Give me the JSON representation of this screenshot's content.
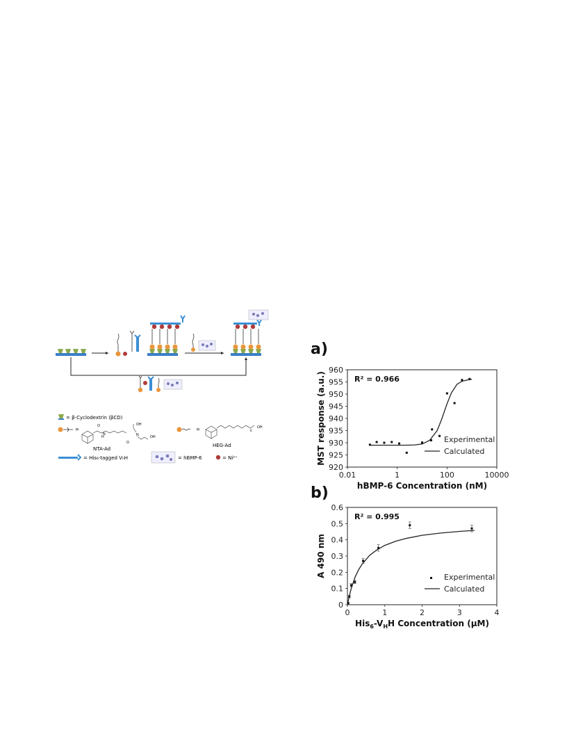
{
  "scheme": {
    "legend": {
      "bcd": "= β-Cyclodextrin (βCD)",
      "nta_ad": "NTA-Ad",
      "heg_ad": "HEG-Ad",
      "his_vhh": "= His₆-tagged VₕH",
      "hbmp6": "= hBMP-6",
      "ni": "= Ni²⁺",
      "oh1": "OH",
      "oh2": "OH",
      "oh3": "OH",
      "n1": "N",
      "n2": "N",
      "o1": "O",
      "o2": "O",
      "h1": "H",
      "sub6": "6"
    },
    "colors": {
      "surface": "#3a7fc4",
      "bcd": "#8aa94a",
      "ad_ball": "#e8963c",
      "ni": "#b03a3a",
      "vhh": "#3a8fd4"
    }
  },
  "panels": {
    "a": "a)",
    "b": "b)"
  },
  "chart_data": [
    {
      "type": "scatter",
      "xscale": "log",
      "xlim": [
        0.01,
        10000
      ],
      "ylim": [
        920,
        960
      ],
      "xticks": [
        "0.01",
        "1",
        "100",
        "10000"
      ],
      "yticks": [
        "920",
        "925",
        "930",
        "935",
        "940",
        "945",
        "950",
        "955",
        "960"
      ],
      "xlabel": "hBMP-6 Concentration (nM)",
      "ylabel": "MST response (a.u.)",
      "annotation": "R² = 0.966",
      "legend": [
        "Experimental",
        "Calculated"
      ],
      "legend_position": "bottom-right",
      "series": [
        {
          "name": "Experimental",
          "x": [
            0.08,
            0.15,
            0.3,
            0.6,
            1.2,
            2.4,
            10,
            25,
            50,
            100,
            200,
            400,
            800
          ],
          "y": [
            929.2,
            930.3,
            930.0,
            930.3,
            929.7,
            925.9,
            930.1,
            935.5,
            932.8,
            950.3,
            946.3,
            955.8,
            956.2
          ]
        },
        {
          "name": "Calculated",
          "x": [
            0.08,
            0.2,
            0.5,
            1,
            2,
            5,
            10,
            20,
            40,
            60,
            100,
            150,
            250,
            400,
            800,
            1000
          ],
          "y": [
            929.0,
            929.0,
            929.0,
            929.0,
            929.0,
            929.1,
            929.5,
            931.0,
            935.0,
            939.5,
            946.0,
            950.5,
            954.0,
            955.3,
            956.0,
            956.1
          ]
        }
      ]
    },
    {
      "type": "scatter",
      "xlim": [
        0,
        4
      ],
      "ylim": [
        0,
        0.6
      ],
      "xticks": [
        "0",
        "1",
        "2",
        "3",
        "4"
      ],
      "yticks": [
        "0",
        "0.1",
        "0.2",
        "0.3",
        "0.4",
        "0.5",
        "0.6"
      ],
      "xlabel_parts": [
        "His",
        "6",
        "-V",
        "H",
        "H Concentration (μM)"
      ],
      "ylabel": "A 490 nm",
      "annotation": "R² = 0.995",
      "legend": [
        "Experimental",
        "Calculated"
      ],
      "legend_position": "bottom-right",
      "series": [
        {
          "name": "Experimental",
          "x": [
            0.02,
            0.05,
            0.1,
            0.2,
            0.42,
            0.83,
            1.67,
            3.33
          ],
          "y": [
            0.01,
            0.05,
            0.12,
            0.14,
            0.27,
            0.35,
            0.49,
            0.47
          ],
          "err": [
            0.005,
            0.008,
            0.01,
            0.01,
            0.015,
            0.02,
            0.02,
            0.02
          ]
        },
        {
          "name": "Calculated",
          "x": [
            0,
            0.05,
            0.1,
            0.2,
            0.3,
            0.4,
            0.6,
            0.8,
            1.0,
            1.3,
            1.6,
            2.0,
            2.5,
            3.0,
            3.4
          ],
          "y": [
            0,
            0.054,
            0.098,
            0.168,
            0.216,
            0.252,
            0.306,
            0.34,
            0.366,
            0.392,
            0.41,
            0.428,
            0.442,
            0.452,
            0.458
          ]
        }
      ]
    }
  ]
}
